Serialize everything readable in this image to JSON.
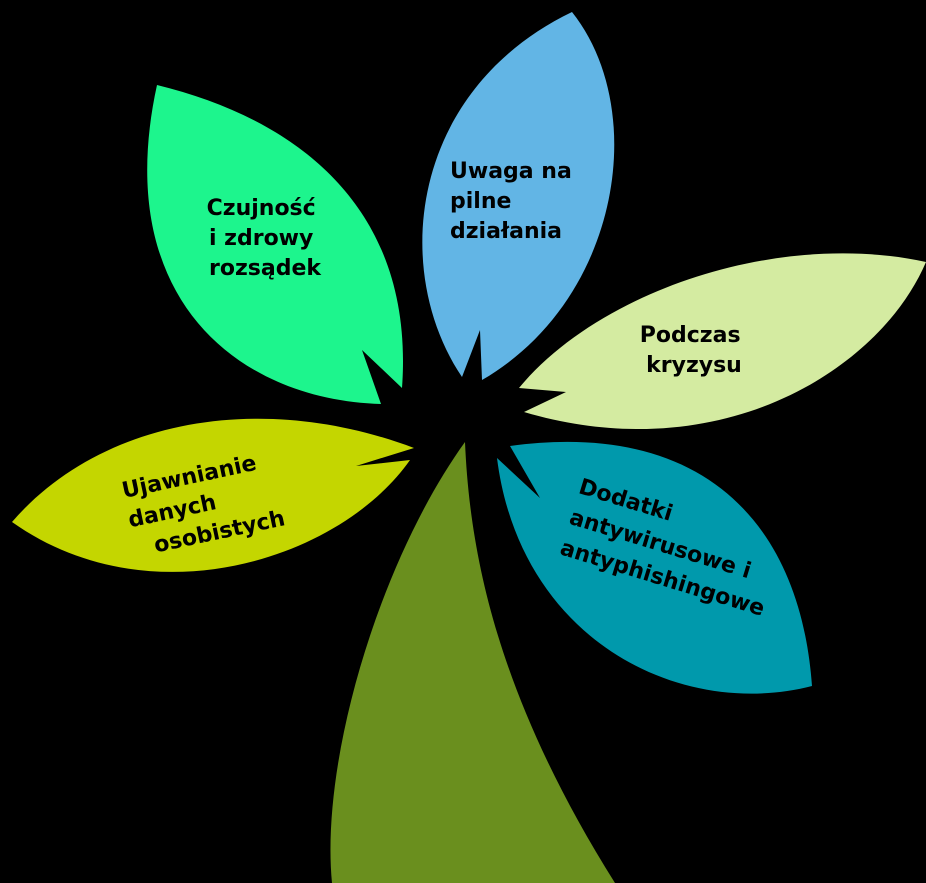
{
  "background_color": "#000000",
  "petals": [
    {
      "id": "czujnosc",
      "lines": [
        "Czujność",
        "i zdrowy",
        "rozsądek"
      ],
      "color": "#1DF58D"
    },
    {
      "id": "uwaga",
      "lines": [
        "Uwaga na",
        "pilne",
        "działania"
      ],
      "color": "#62B5E5"
    },
    {
      "id": "podczas",
      "lines": [
        "Podczas",
        "kryzysu"
      ],
      "color": "#D4EBA1"
    },
    {
      "id": "dodatki",
      "lines": [
        "Dodatki",
        "antywirusowe i",
        "antyphishingowe"
      ],
      "color": "#0099AC"
    },
    {
      "id": "ujawnianie",
      "lines": [
        "Ujawnianie",
        "danych",
        "osobistych"
      ],
      "color": "#C4D600"
    }
  ],
  "stem": {
    "color": "#6A8F1E"
  }
}
